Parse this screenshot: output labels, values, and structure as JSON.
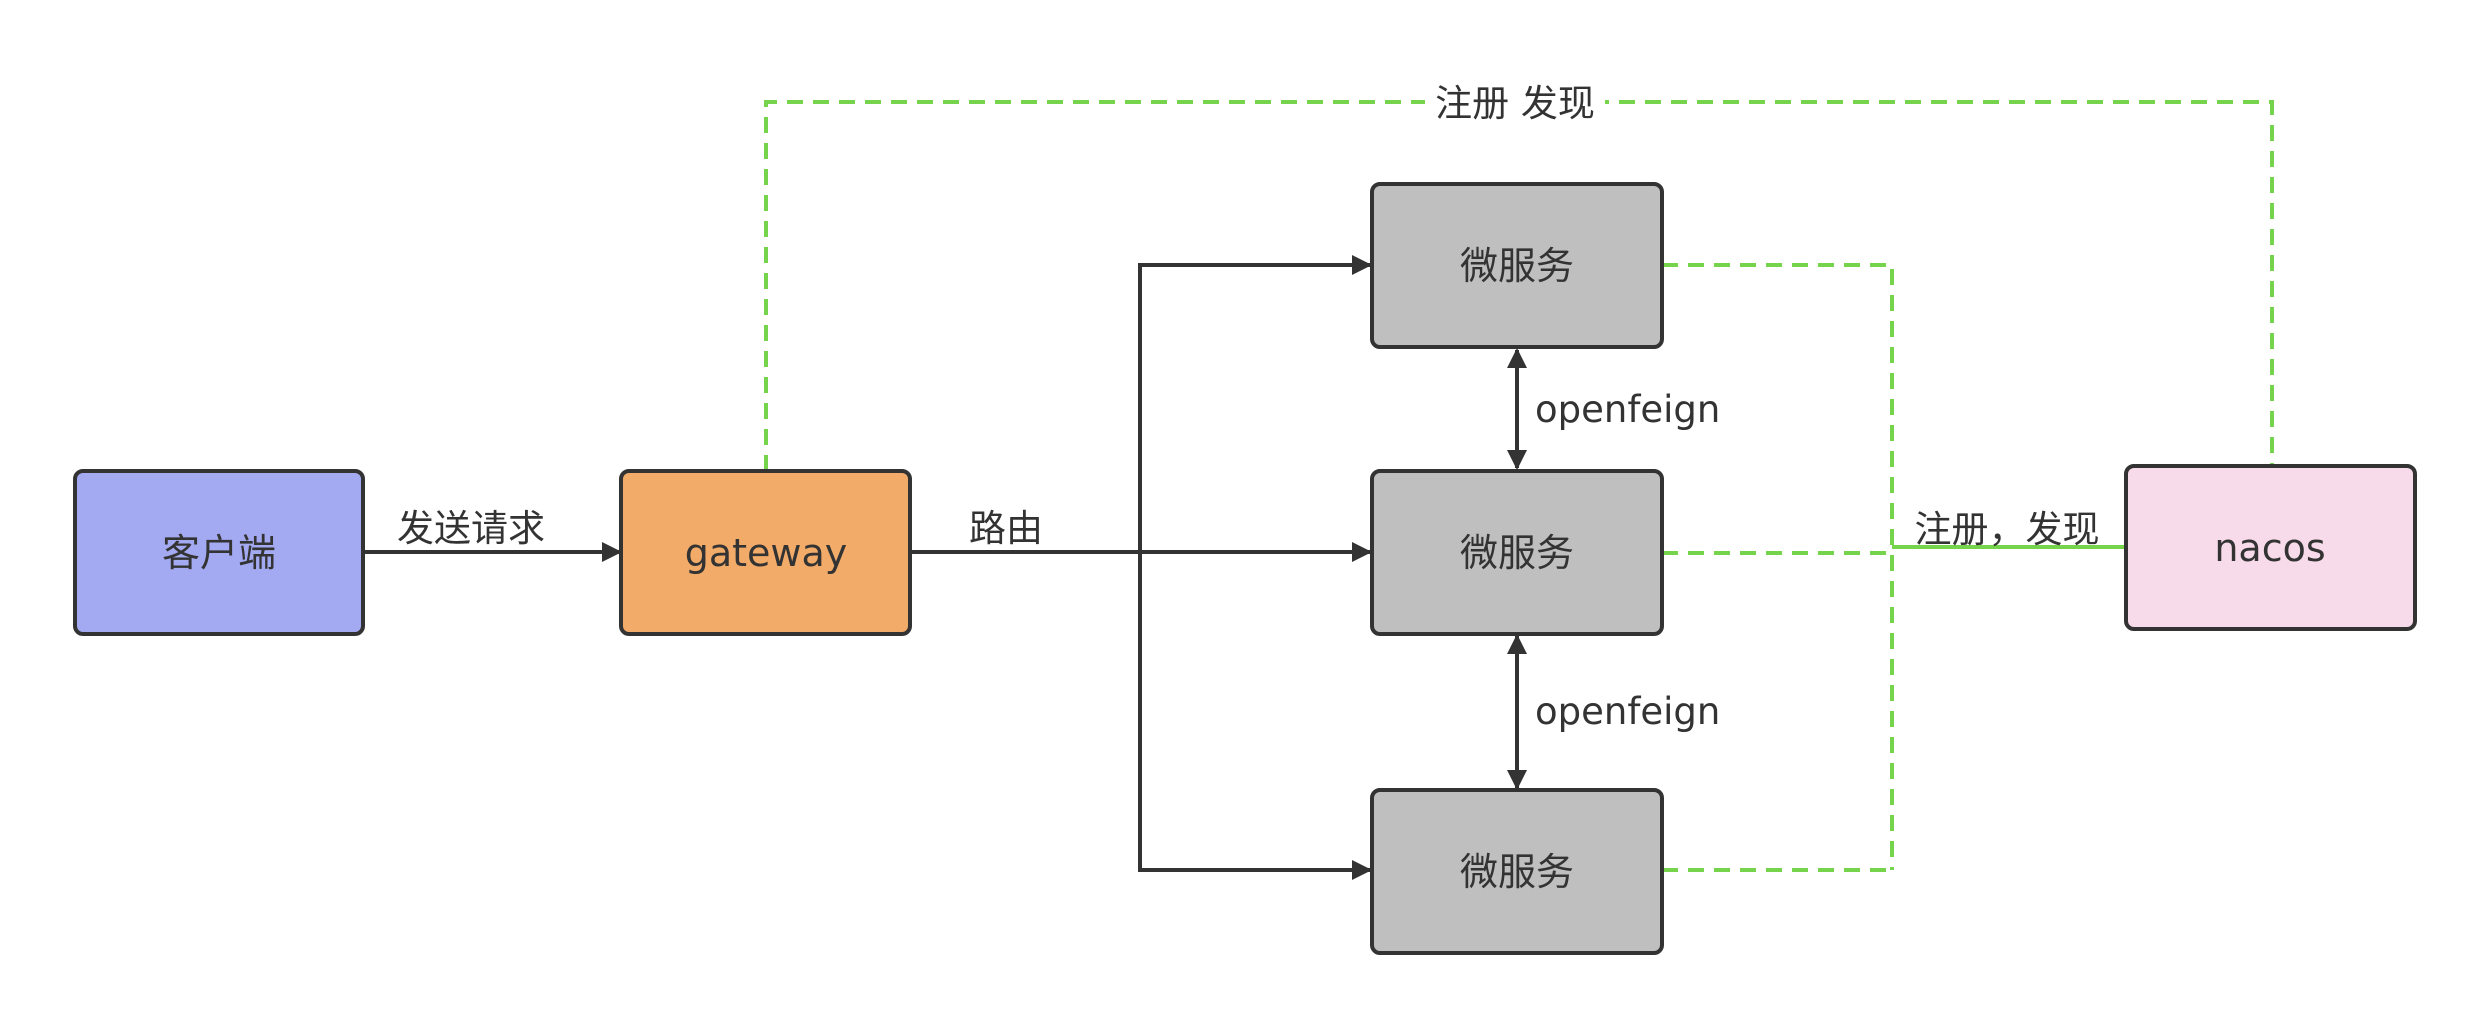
{
  "diagram": {
    "nodes": {
      "client": {
        "label": "客户端",
        "color": "#a3aaf2"
      },
      "gateway": {
        "label": "gateway",
        "color": "#f2ab69"
      },
      "service_top": {
        "label": "微服务",
        "color": "#bfbfbf"
      },
      "service_mid": {
        "label": "微服务",
        "color": "#bfbfbf"
      },
      "service_bottom": {
        "label": "微服务",
        "color": "#bfbfbf"
      },
      "nacos": {
        "label": "nacos",
        "color": "#f8dbea"
      }
    },
    "edges": {
      "send_request": "发送请求",
      "route": "路由",
      "openfeign_top": "openfeign",
      "openfeign_bottom": "openfeign",
      "register_top": "注册 发现",
      "register_right": "注册，发现"
    },
    "colors": {
      "line": "#333333",
      "dashed": "#76d44c"
    }
  }
}
